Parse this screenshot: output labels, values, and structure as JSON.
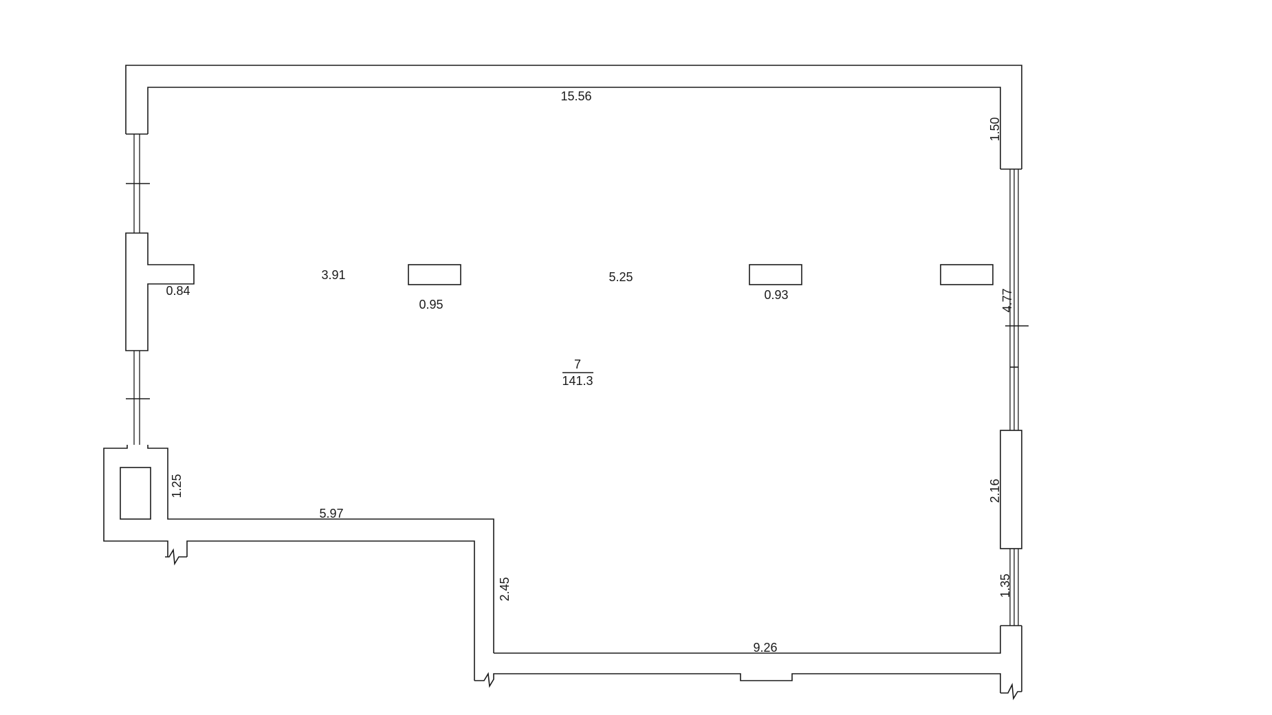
{
  "plan": {
    "room": {
      "number": "7",
      "area": "141.3"
    },
    "dimensions": {
      "top_width": "15.56",
      "right_top_pier": "1.50",
      "right_window": "4.77",
      "right_mid_pier": "2.16",
      "right_bottom_window": "1.35",
      "bottom_width": "9.26",
      "step_height": "2.45",
      "left_bottom_width": "5.97",
      "left_niche": "1.25",
      "left_pilaster": "0.84",
      "span_left": "3.91",
      "span_middle": "5.25",
      "column_left": "0.95",
      "column_middle": "0.93"
    }
  }
}
